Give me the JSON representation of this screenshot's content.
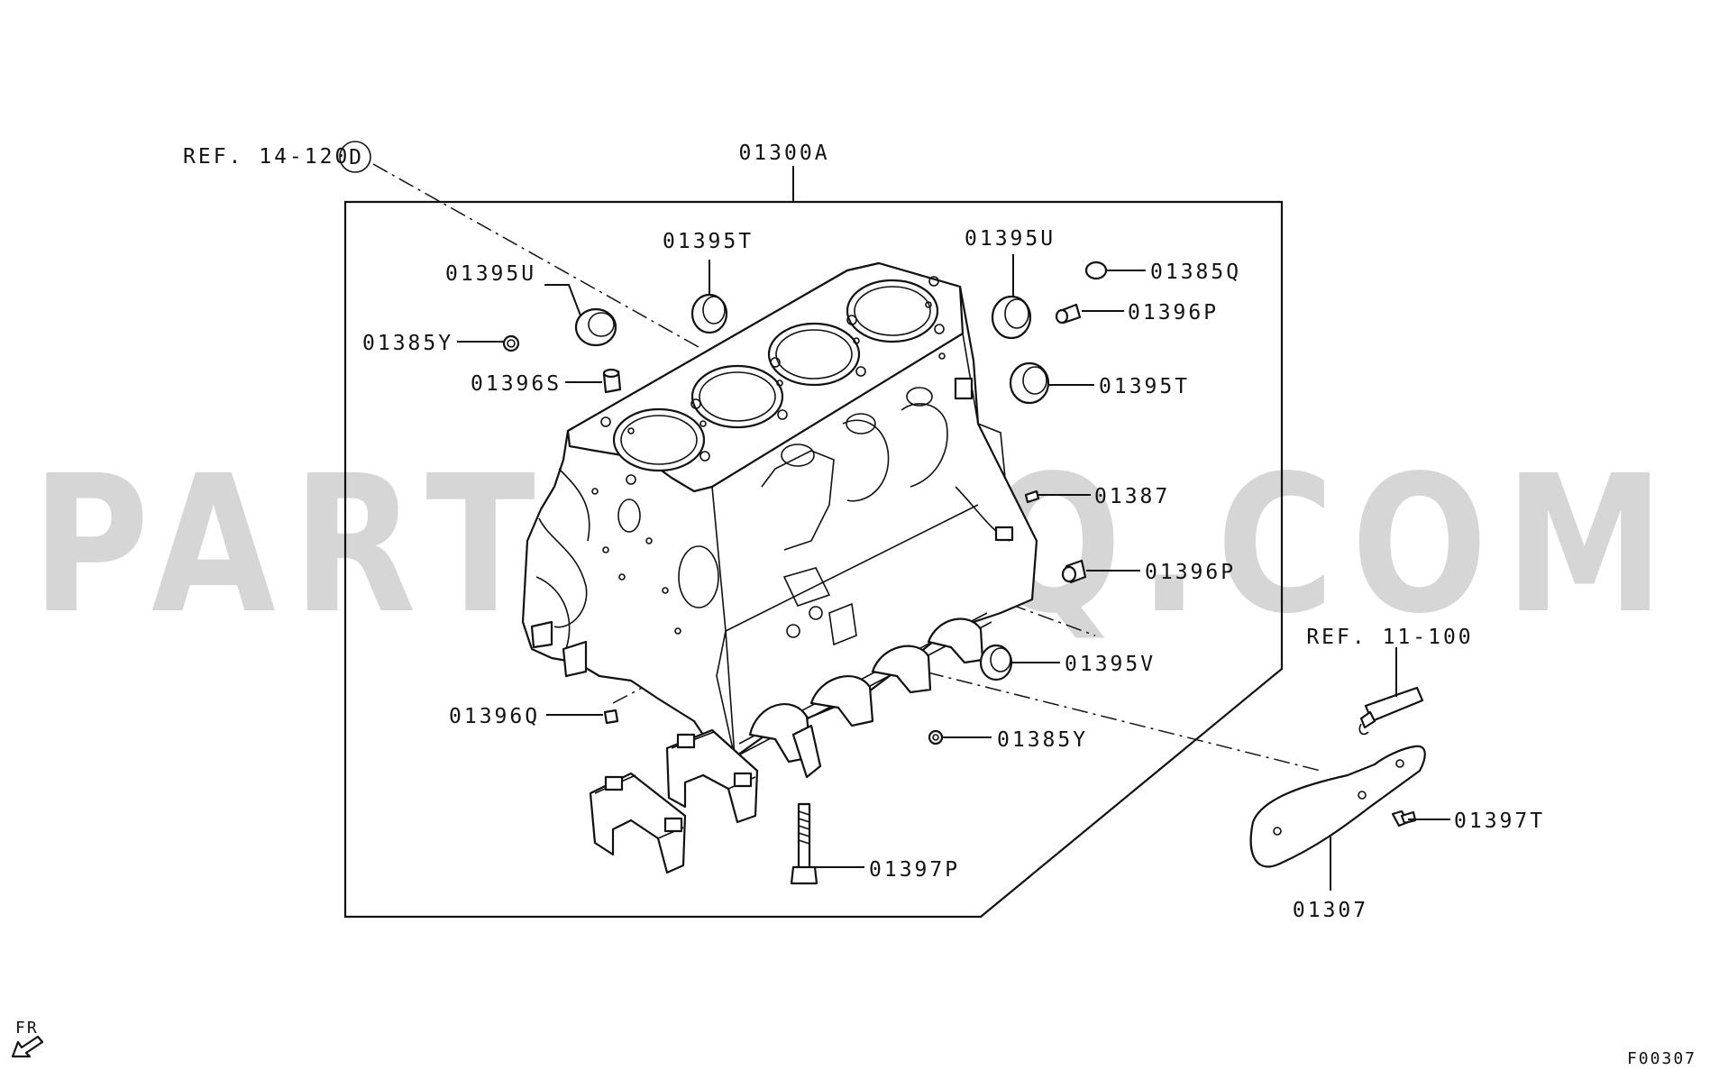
{
  "diagram": {
    "watermark": "PARTSOUQ.COM",
    "figure_code": "F00307",
    "orientation_label": "FR",
    "group_label": "01300A",
    "references": [
      {
        "id": "ref-14-120",
        "text": "REF. 14-120",
        "circle": "D"
      },
      {
        "id": "ref-11-100",
        "text": "REF. 11-100"
      }
    ],
    "callouts": [
      {
        "id": "01395T-top",
        "text": "01395T"
      },
      {
        "id": "01395U-top",
        "text": "01395U"
      },
      {
        "id": "01385Q",
        "text": "01385Q"
      },
      {
        "id": "01396P-top",
        "text": "01396P"
      },
      {
        "id": "01395U-left",
        "text": "01395U"
      },
      {
        "id": "01385Y-left",
        "text": "01385Y"
      },
      {
        "id": "01396S",
        "text": "01396S"
      },
      {
        "id": "01395T-right",
        "text": "01395T"
      },
      {
        "id": "01387",
        "text": "01387"
      },
      {
        "id": "01396P-right",
        "text": "01396P"
      },
      {
        "id": "01395V",
        "text": "01395V"
      },
      {
        "id": "01396Q",
        "text": "01396Q"
      },
      {
        "id": "01385Y-bottom",
        "text": "01385Y"
      },
      {
        "id": "01397P",
        "text": "01397P"
      },
      {
        "id": "01397T",
        "text": "01397T"
      },
      {
        "id": "01307",
        "text": "01307"
      }
    ]
  }
}
